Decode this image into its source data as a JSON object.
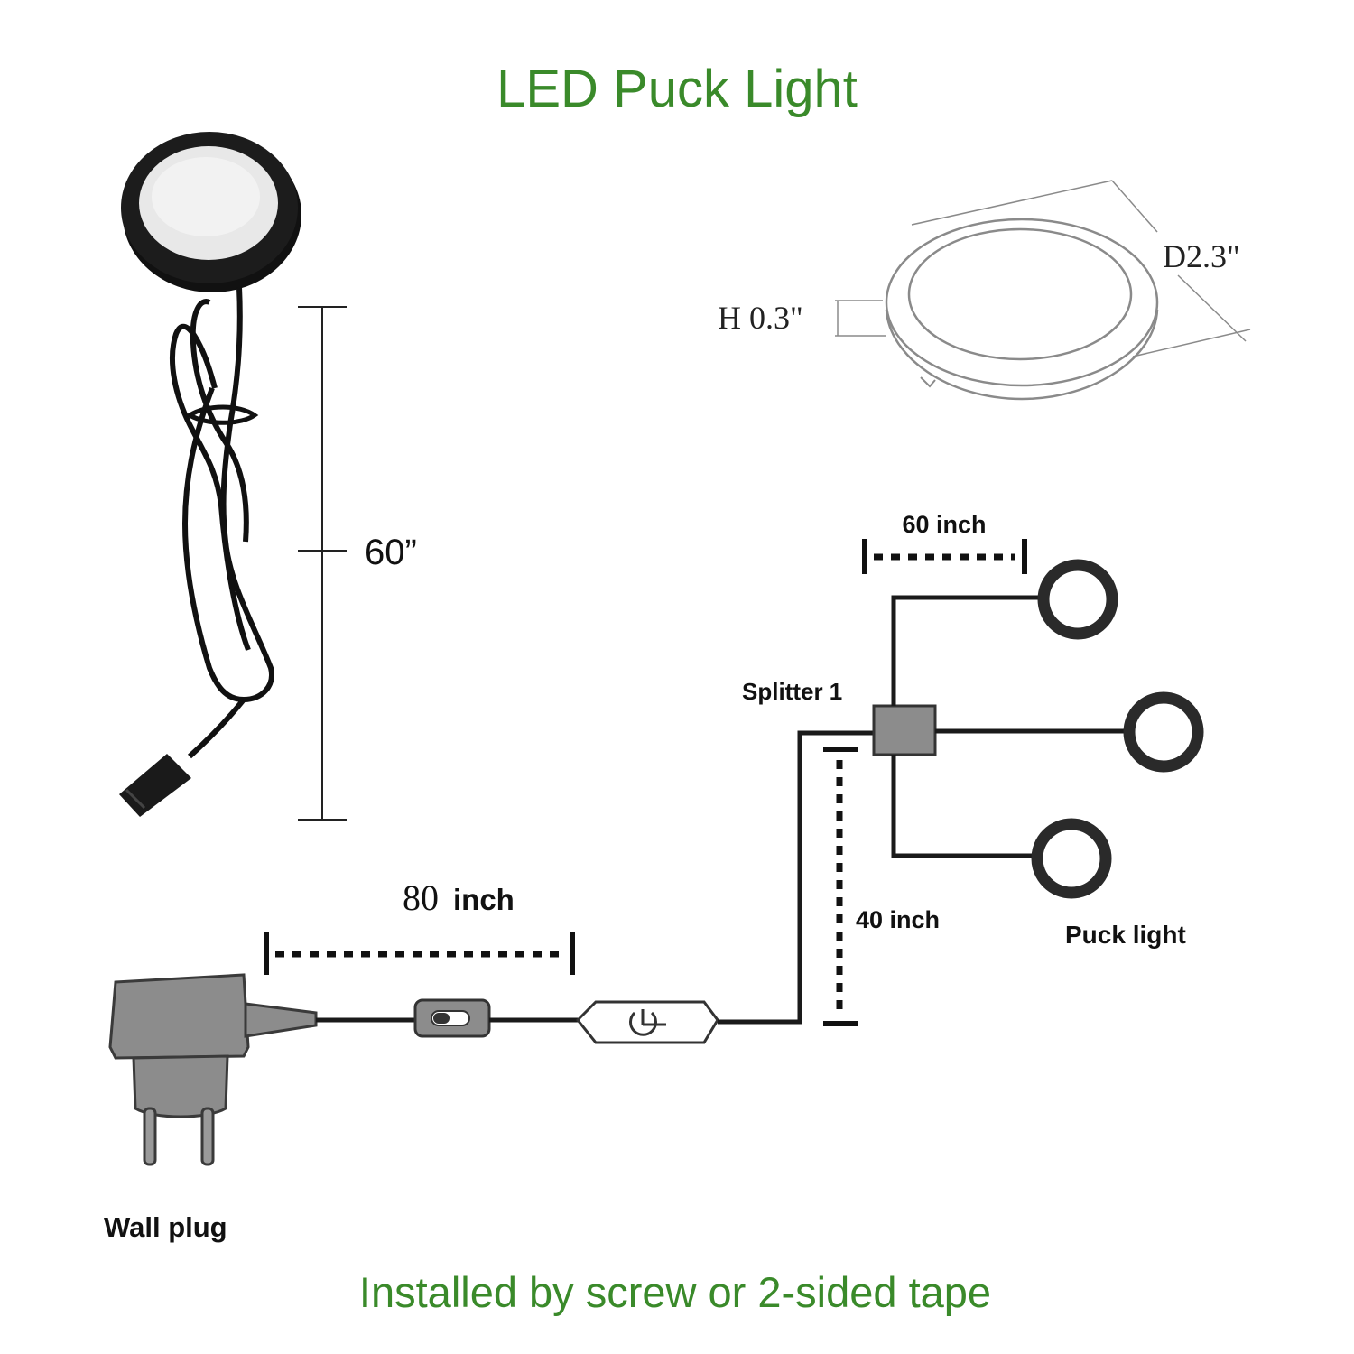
{
  "title": "LED Puck Light",
  "footer": "Installed by screw or 2-sided tape",
  "labels": {
    "cable_length": "60”",
    "height": "H 0.3\"",
    "diameter": "D2.3\"",
    "splitter": "Splitter 1",
    "branch_length": "60 inch",
    "extension_number": "80",
    "extension_unit": "inch",
    "riser_length": "40 inch",
    "puck_light": "Puck light",
    "wall_plug": "Wall plug"
  },
  "colors": {
    "accent_green": "#3a8a2a",
    "line": "#1a1a1a",
    "outline_gray": "#8a8a8a",
    "device_gray": "#8c8c8c"
  }
}
